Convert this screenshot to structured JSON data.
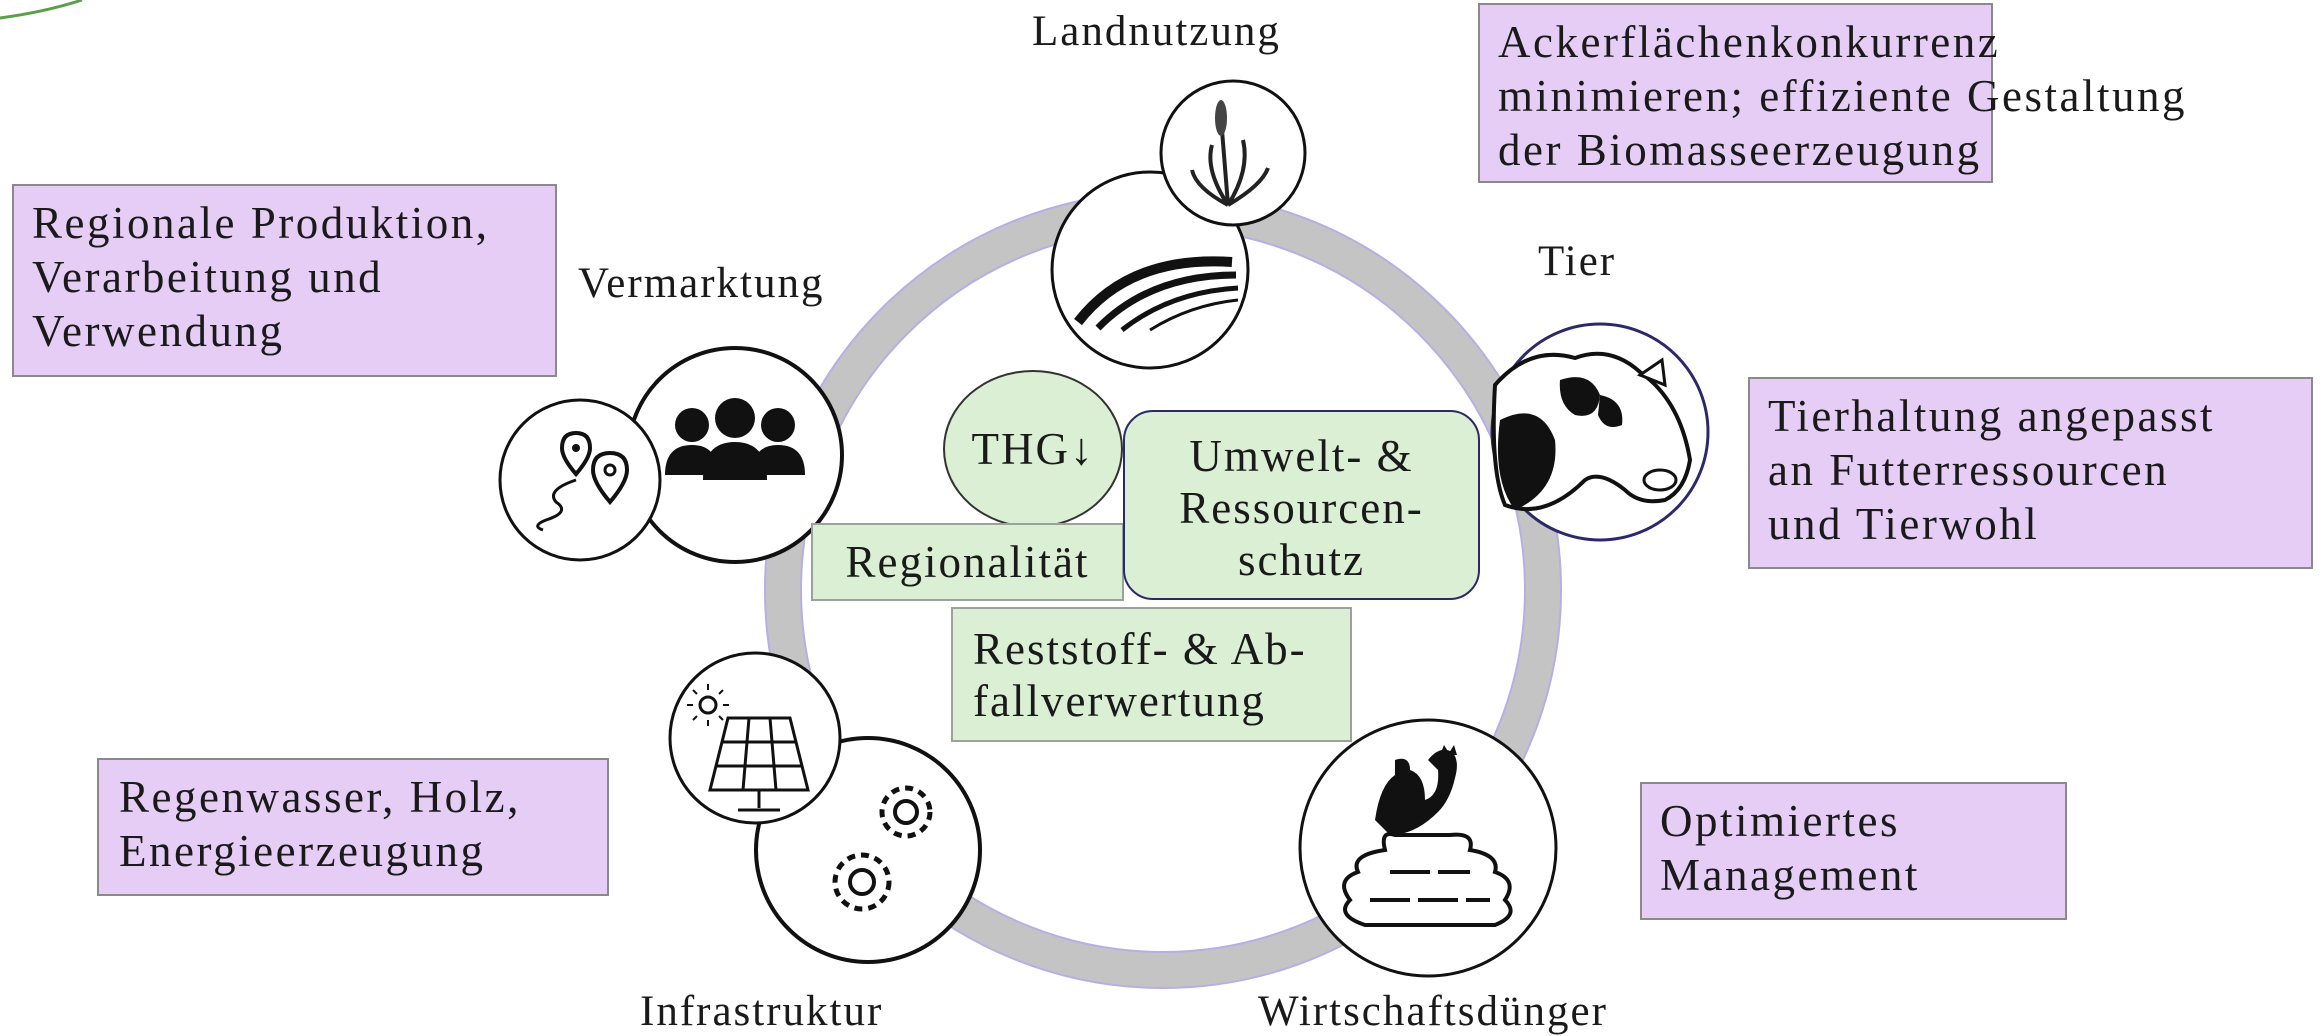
{
  "categories": {
    "landnutzung": "Landnutzung",
    "tier": "Tier",
    "vermarktung": "Vermarktung",
    "infrastruktur": "Infrastruktur",
    "wirtschaftsduenger": "Wirtschaftsdünger"
  },
  "goals": {
    "landnutzung": [
      "Ackerflächenkonkurrenz",
      "minimieren; effiziente Gestaltung",
      "der Biomasseerzeugung"
    ],
    "vermarktung": [
      "Regionale Produktion,",
      "Verarbeitung und",
      "Verwendung"
    ],
    "tier": [
      "Tierhaltung angepasst",
      "an Futterressourcen",
      "und Tierwohl"
    ],
    "infrastruktur": [
      "Regenwasser, Holz,",
      "Energieerzeugung"
    ],
    "wirtschaftsduenger": [
      "Optimiertes",
      "Management"
    ]
  },
  "center": {
    "thg": "THG↓",
    "umwelt": [
      "Umwelt- &",
      "Ressourcen-",
      "schutz"
    ],
    "regionalitaet": "Regionalität",
    "reststoff": [
      "Reststoff- & Ab-",
      "fallverwertung"
    ]
  },
  "colors": {
    "goal_box": "#e6cdf5",
    "center_box": "#dbefd4",
    "ring": "#c4c4c4",
    "ring_outline": "#b4b0e6"
  }
}
